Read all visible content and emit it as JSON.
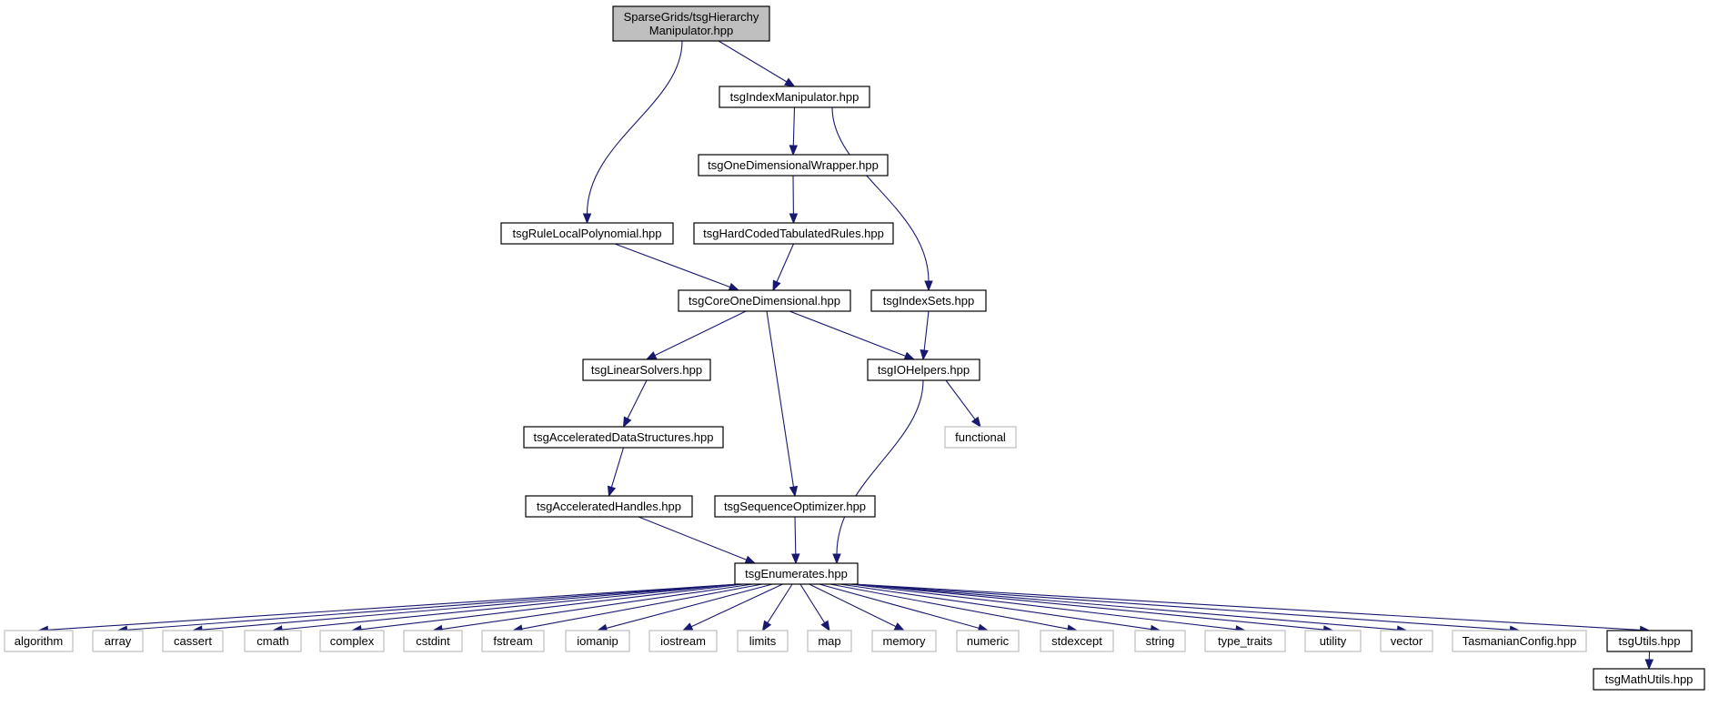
{
  "colors": {
    "edge": "#191970",
    "root_fill": "#bfbfbf",
    "documented_border": "#000000",
    "external_border": "#bfbfbf",
    "external_text": "#404040"
  },
  "nodes": [
    {
      "id": "root",
      "lines": [
        "SparseGrids/tsgHierarchy",
        "Manipulator.hpp"
      ],
      "kind": "root"
    },
    {
      "id": "indexmanipulator",
      "lines": [
        "tsgIndexManipulator.hpp"
      ],
      "kind": "doc"
    },
    {
      "id": "onedimwrapper",
      "lines": [
        "tsgOneDimensionalWrapper.hpp"
      ],
      "kind": "doc"
    },
    {
      "id": "rulelocalpoly",
      "lines": [
        "tsgRuleLocalPolynomial.hpp"
      ],
      "kind": "doc"
    },
    {
      "id": "hardcoded",
      "lines": [
        "tsgHardCodedTabulatedRules.hpp"
      ],
      "kind": "doc"
    },
    {
      "id": "coreonedim",
      "lines": [
        "tsgCoreOneDimensional.hpp"
      ],
      "kind": "doc"
    },
    {
      "id": "indexsets",
      "lines": [
        "tsgIndexSets.hpp"
      ],
      "kind": "doc"
    },
    {
      "id": "linearsolvers",
      "lines": [
        "tsgLinearSolvers.hpp"
      ],
      "kind": "doc"
    },
    {
      "id": "iohelpers",
      "lines": [
        "tsgIOHelpers.hpp"
      ],
      "kind": "doc"
    },
    {
      "id": "functional",
      "lines": [
        "functional"
      ],
      "kind": "ext"
    },
    {
      "id": "accelds",
      "lines": [
        "tsgAcceleratedDataStructures.hpp"
      ],
      "kind": "doc"
    },
    {
      "id": "accelhandles",
      "lines": [
        "tsgAcceleratedHandles.hpp"
      ],
      "kind": "doc"
    },
    {
      "id": "seqopt",
      "lines": [
        "tsgSequenceOptimizer.hpp"
      ],
      "kind": "doc"
    },
    {
      "id": "enumerates",
      "lines": [
        "tsgEnumerates.hpp"
      ],
      "kind": "doc"
    },
    {
      "id": "algorithm",
      "lines": [
        "algorithm"
      ],
      "kind": "ext"
    },
    {
      "id": "array",
      "lines": [
        "array"
      ],
      "kind": "ext"
    },
    {
      "id": "cassert",
      "lines": [
        "cassert"
      ],
      "kind": "ext"
    },
    {
      "id": "cmath",
      "lines": [
        "cmath"
      ],
      "kind": "ext"
    },
    {
      "id": "complex",
      "lines": [
        "complex"
      ],
      "kind": "ext"
    },
    {
      "id": "cstdint",
      "lines": [
        "cstdint"
      ],
      "kind": "ext"
    },
    {
      "id": "fstream",
      "lines": [
        "fstream"
      ],
      "kind": "ext"
    },
    {
      "id": "iomanip",
      "lines": [
        "iomanip"
      ],
      "kind": "ext"
    },
    {
      "id": "iostream",
      "lines": [
        "iostream"
      ],
      "kind": "ext"
    },
    {
      "id": "limits",
      "lines": [
        "limits"
      ],
      "kind": "ext"
    },
    {
      "id": "map",
      "lines": [
        "map"
      ],
      "kind": "ext"
    },
    {
      "id": "memory",
      "lines": [
        "memory"
      ],
      "kind": "ext"
    },
    {
      "id": "numeric",
      "lines": [
        "numeric"
      ],
      "kind": "ext"
    },
    {
      "id": "stdexcept",
      "lines": [
        "stdexcept"
      ],
      "kind": "ext"
    },
    {
      "id": "string",
      "lines": [
        "string"
      ],
      "kind": "ext"
    },
    {
      "id": "type_traits",
      "lines": [
        "type_traits"
      ],
      "kind": "ext"
    },
    {
      "id": "utility",
      "lines": [
        "utility"
      ],
      "kind": "ext"
    },
    {
      "id": "vector",
      "lines": [
        "vector"
      ],
      "kind": "ext"
    },
    {
      "id": "tasmanianconfig",
      "lines": [
        "TasmanianConfig.hpp"
      ],
      "kind": "ext"
    },
    {
      "id": "utils",
      "lines": [
        "tsgUtils.hpp"
      ],
      "kind": "doc"
    },
    {
      "id": "mathutils",
      "lines": [
        "tsgMathUtils.hpp"
      ],
      "kind": "doc"
    }
  ],
  "edges": [
    {
      "from": "root",
      "to": "indexmanipulator"
    },
    {
      "from": "root",
      "to": "rulelocalpoly"
    },
    {
      "from": "indexmanipulator",
      "to": "onedimwrapper"
    },
    {
      "from": "indexmanipulator",
      "to": "indexsets"
    },
    {
      "from": "onedimwrapper",
      "to": "hardcoded"
    },
    {
      "from": "hardcoded",
      "to": "coreonedim"
    },
    {
      "from": "rulelocalpoly",
      "to": "coreonedim"
    },
    {
      "from": "coreonedim",
      "to": "linearsolvers"
    },
    {
      "from": "coreonedim",
      "to": "seqopt"
    },
    {
      "from": "coreonedim",
      "to": "iohelpers"
    },
    {
      "from": "indexsets",
      "to": "iohelpers"
    },
    {
      "from": "iohelpers",
      "to": "functional"
    },
    {
      "from": "iohelpers",
      "to": "enumerates"
    },
    {
      "from": "linearsolvers",
      "to": "accelds"
    },
    {
      "from": "accelds",
      "to": "accelhandles"
    },
    {
      "from": "accelhandles",
      "to": "enumerates"
    },
    {
      "from": "seqopt",
      "to": "enumerates"
    },
    {
      "from": "enumerates",
      "to": "algorithm"
    },
    {
      "from": "enumerates",
      "to": "array"
    },
    {
      "from": "enumerates",
      "to": "cassert"
    },
    {
      "from": "enumerates",
      "to": "cmath"
    },
    {
      "from": "enumerates",
      "to": "complex"
    },
    {
      "from": "enumerates",
      "to": "cstdint"
    },
    {
      "from": "enumerates",
      "to": "fstream"
    },
    {
      "from": "enumerates",
      "to": "iomanip"
    },
    {
      "from": "enumerates",
      "to": "iostream"
    },
    {
      "from": "enumerates",
      "to": "limits"
    },
    {
      "from": "enumerates",
      "to": "map"
    },
    {
      "from": "enumerates",
      "to": "memory"
    },
    {
      "from": "enumerates",
      "to": "numeric"
    },
    {
      "from": "enumerates",
      "to": "stdexcept"
    },
    {
      "from": "enumerates",
      "to": "string"
    },
    {
      "from": "enumerates",
      "to": "type_traits"
    },
    {
      "from": "enumerates",
      "to": "utility"
    },
    {
      "from": "enumerates",
      "to": "vector"
    },
    {
      "from": "enumerates",
      "to": "tasmanianconfig"
    },
    {
      "from": "enumerates",
      "to": "utils"
    },
    {
      "from": "utils",
      "to": "mathutils"
    }
  ]
}
